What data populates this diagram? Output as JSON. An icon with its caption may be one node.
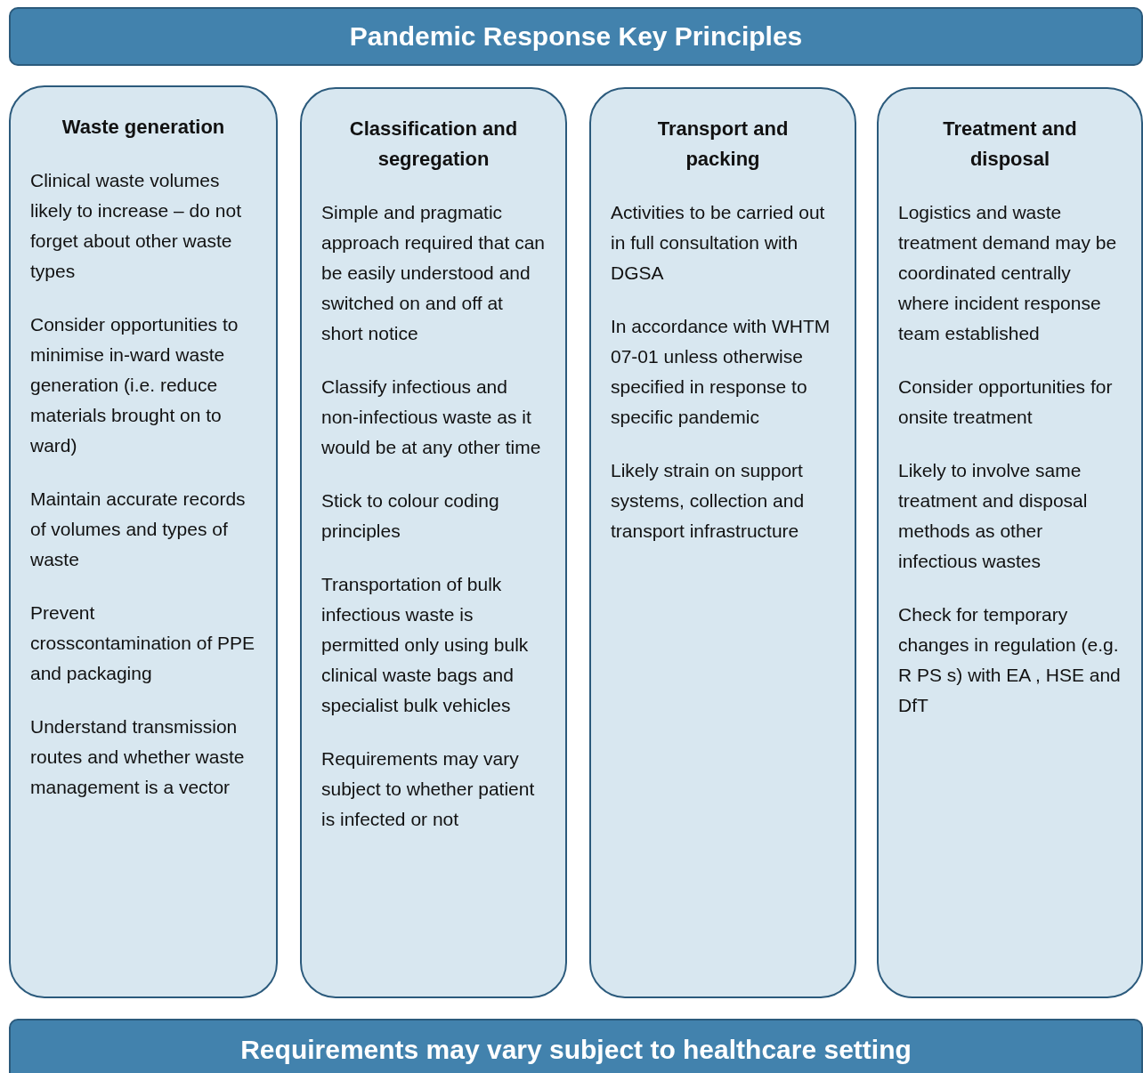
{
  "diagram": {
    "nodes": [
      {
        "text": [
          "Pandemic Response Key Principles"
        ]
      },
      {
        "text": [
          "Waste generation",
          "Clinical waste volumes likely to increase – do not forget about other waste types",
          "Consider opportunities to minimise in-ward waste generation (i.e. reduce materials brought on to ward)",
          "Maintain accurate records of volumes and types of waste",
          "Prevent crosscontamination of PPE and packaging",
          "Understand transmission routes and whether waste management is a vector"
        ]
      },
      {
        "text": [
          "Classification and segregation",
          "Simple and pragmatic approach required that can be easily understood and switched on and off at short notice",
          "Classify infectious and non-infectious waste as it would be at any other time",
          "Stick to colour coding principles",
          "Transportation of bulk infectious waste is permitted only using bulk clinical waste bags and specialist bulk vehicles",
          "Requirements may vary subject to whether patient is infected or not"
        ]
      },
      {
        "text": [
          "Transport and packing",
          "Activities to be carried out in full consultation with DGSA",
          "In accordance with WHTM 07-01 unless otherwise specified in response to specific pandemic",
          "Likely strain on support systems, collection and transport infrastructure"
        ]
      },
      {
        "text": [
          "Treatment and disposal",
          "Logistics and waste treatment demand may be coordinated centrally where incident response team established",
          "Consider opportunities for onsite treatment",
          "Likely to involve same treatment and disposal methods as other infectious wastes",
          "Check for temporary changes in regulation (e.g. R PS s) with EA , HSE and DfT"
        ]
      },
      {
        "text": [
          "Requirements may vary subject to healthcare setting"
        ]
      }
    ]
  }
}
